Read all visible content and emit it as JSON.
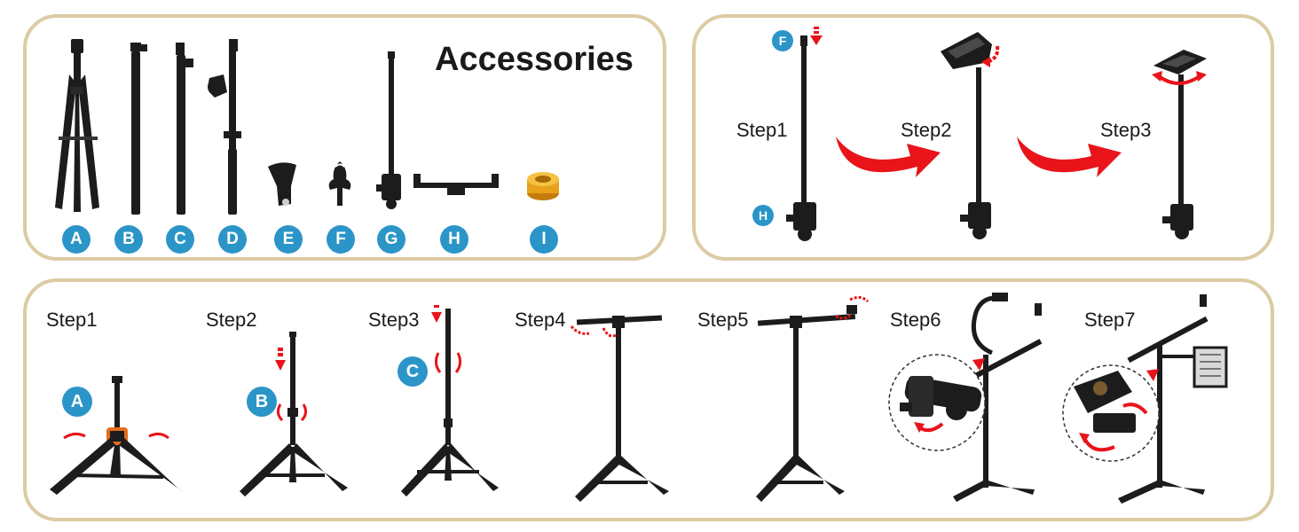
{
  "accessories": {
    "title": "Accessories",
    "items": [
      "A",
      "B",
      "C",
      "D",
      "E",
      "F",
      "G",
      "H",
      "I"
    ]
  },
  "assembly": {
    "steps": [
      "Step1",
      "Step2",
      "Step3"
    ],
    "markers": [
      "F",
      "H"
    ]
  },
  "setup": {
    "steps": [
      "Step1",
      "Step2",
      "Step3",
      "Step4",
      "Step5",
      "Step6",
      "Step7"
    ],
    "markers": [
      "A",
      "B",
      "C"
    ]
  },
  "colors": {
    "panel_border": "#dccba4",
    "badge": "#2b95c8",
    "arrow": "#e8141a",
    "metal": "#1c1c1c",
    "brass": "#e8a21a"
  }
}
